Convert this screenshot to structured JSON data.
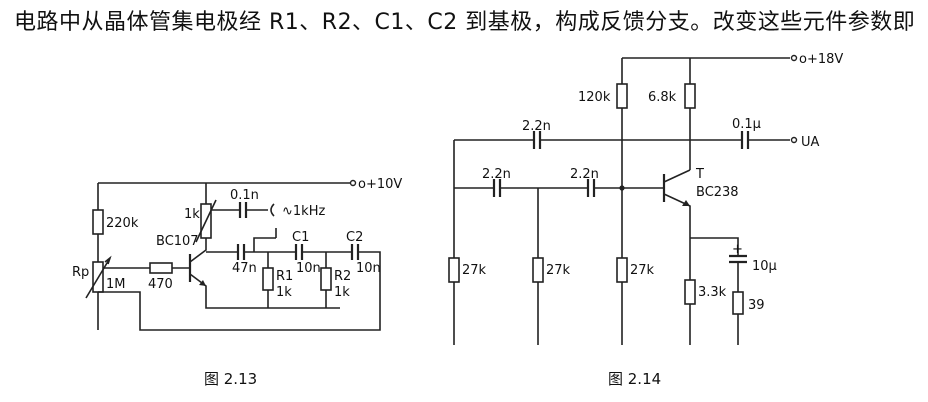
{
  "headline": "电路中从晶体管集电极经 R1、R2、C1、C2 到基极，构成反馈分支。改变这些元件参数即",
  "fig213": {
    "caption": "图 2.13",
    "supply": "o+10V",
    "r_top": "220k",
    "pot_value": "1k",
    "cap_out": "0.1n",
    "out_label": "∿1kHz",
    "transistor": "BC107",
    "rp_label": "Rp",
    "rp_value": "1M",
    "r_base": "470",
    "cap_coupling": "47n",
    "c1_label": "C1",
    "c1_value": "10n",
    "c2_label": "C2",
    "c2_value": "10n",
    "r1_label": "R1",
    "r1_value": "1k",
    "r2_label": "R2",
    "r2_value": "1k"
  },
  "fig214": {
    "caption": "图 2.14",
    "supply": "o+18V",
    "r_120k": "120k",
    "r_6_8k": "6.8k",
    "cap_top": "2.2n",
    "cap_mid1": "2.2n",
    "cap_mid2": "2.2n",
    "cap_out": "0.1μ",
    "out_label": "UA",
    "transistor_label": "T",
    "transistor": "BC238",
    "r_27k_1": "27k",
    "r_27k_2": "27k",
    "r_27k_3": "27k",
    "cap_emitter": "10μ",
    "r_3_3k": "3.3k",
    "r_39": "39"
  }
}
